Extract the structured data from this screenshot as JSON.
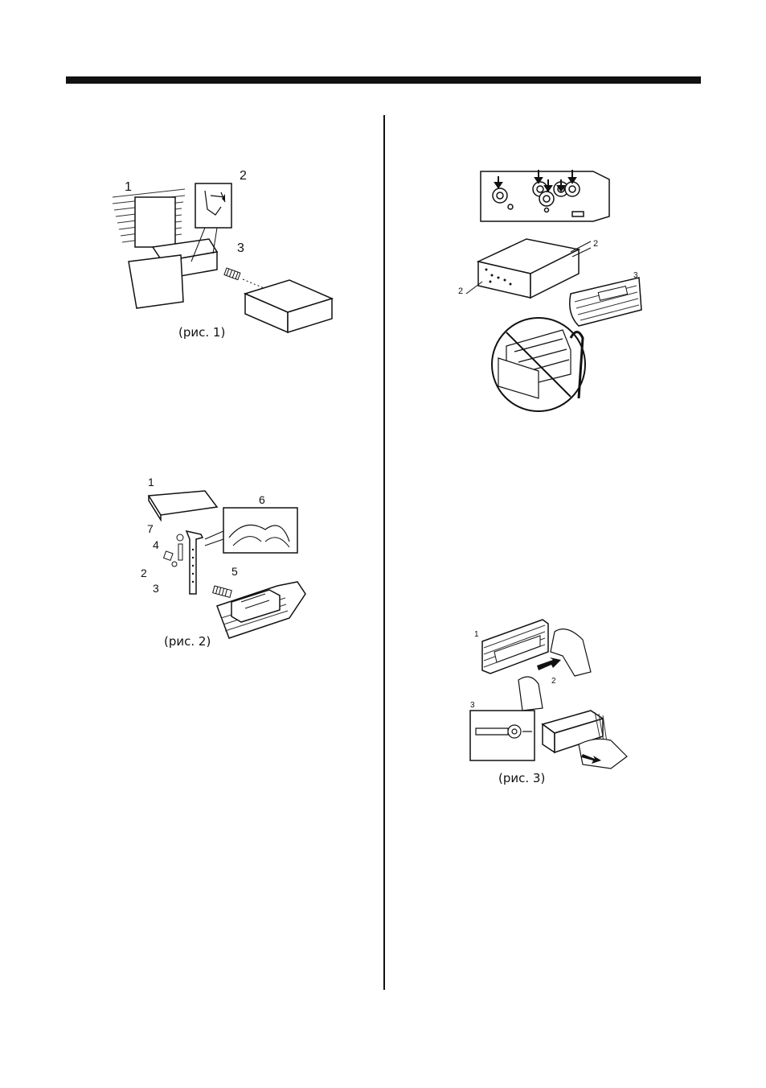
{
  "fig1": {
    "caption": "(рис. 1)",
    "labels": [
      "1",
      "2",
      "3"
    ]
  },
  "fig2": {
    "caption": "(рис. 2)",
    "labels": [
      "1",
      "6",
      "7",
      "4",
      "2",
      "3",
      "5"
    ]
  },
  "fig_right_top": {
    "labels": [
      "2",
      "2",
      "3"
    ]
  },
  "fig3": {
    "caption": "(рис. 3)",
    "labels": [
      "1",
      "2",
      "3"
    ]
  }
}
